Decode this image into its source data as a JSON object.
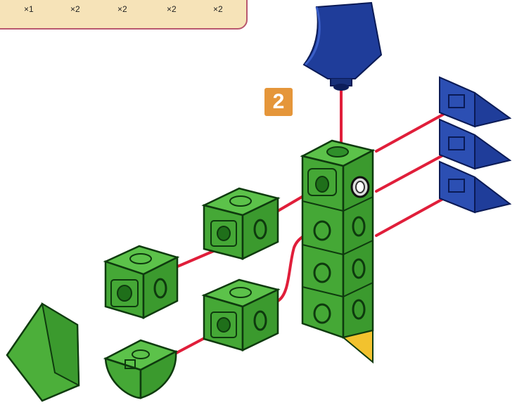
{
  "parts_list": {
    "quantities": [
      "×1",
      "×2",
      "×2",
      "×2",
      "×2"
    ]
  },
  "step": {
    "number": "2"
  },
  "colors": {
    "panel_background": "#f6e3b8",
    "panel_border": "#b8576e",
    "step_badge": "#e5963a",
    "green_part": "#4caf3a",
    "blue_part": "#1f3d9a",
    "yellow_tip": "#f2c22e",
    "connector_line": "#e01e3a"
  }
}
